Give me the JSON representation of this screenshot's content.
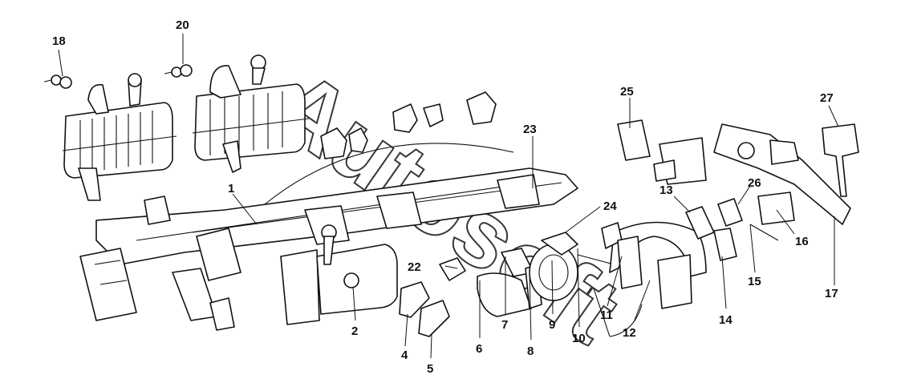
{
  "callouts": [
    "1",
    "2",
    "4",
    "5",
    "6",
    "7",
    "8",
    "9",
    "10",
    "11",
    "12",
    "13",
    "14",
    "15",
    "16",
    "17",
    "18",
    "20",
    "22",
    "23",
    "24",
    "25",
    "26",
    "27"
  ],
  "watermark": "Autosoft"
}
